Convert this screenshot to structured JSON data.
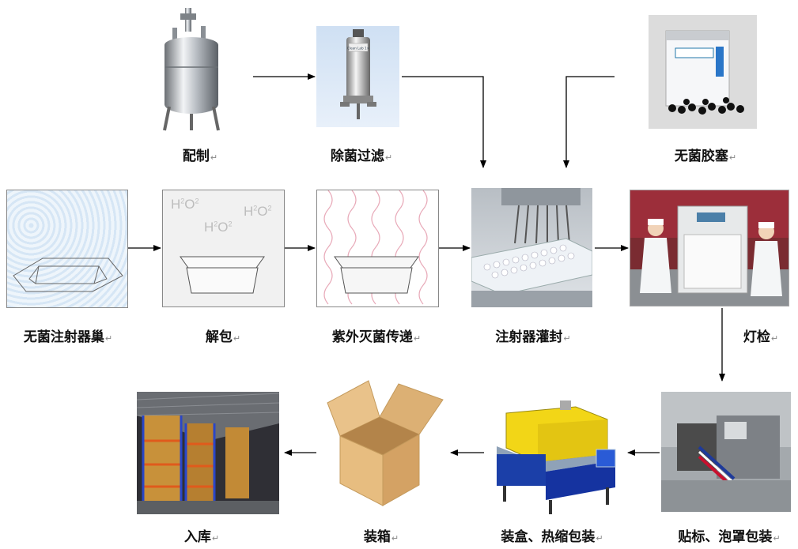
{
  "steps": {
    "peizhi": "配制",
    "chujun": "除菌过滤",
    "jiaosai": "无菌胶塞",
    "zhusheqi_ji": "无菌注射器巢",
    "jiebao": "解包",
    "ziwai": "紫外灭菌传递",
    "guanfeng": "注射器灌封",
    "dengjian": "灯检",
    "tiebiao": "贴标、泡罩包装",
    "zhuanghe": "装盒、热缩包装",
    "zhuangxiang": "装箱",
    "ruku": "入库"
  },
  "return_mark": "↵",
  "h2o": {
    "text": "H",
    "sup1": "2",
    "mid": "O",
    "sup2": "2"
  },
  "filter_sticker": "Clean Lab 1×"
}
